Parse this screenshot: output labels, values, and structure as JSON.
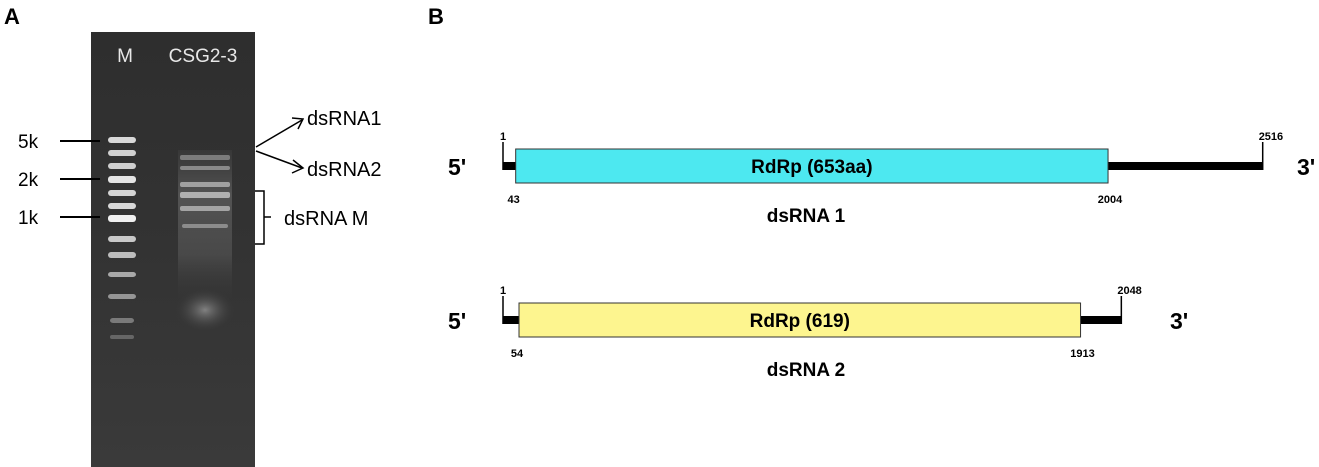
{
  "panels": {
    "a_label": "A",
    "b_label": "B"
  },
  "gel": {
    "lanes": [
      "M",
      "CSG2-3"
    ],
    "marker_labels": [
      "5k",
      "2k",
      "1k"
    ],
    "annotations": {
      "dsrna1": "dsRNA1",
      "dsrna2": "dsRNA2",
      "dsrna_m": "dsRNA M"
    }
  },
  "genome_maps": [
    {
      "name": "dsRNA 1",
      "five_prime": "5'",
      "three_prime": "3'",
      "total_length": 2516,
      "orf_start": 43,
      "orf_end": 2004,
      "orf_label": "RdRp (653aa)",
      "orf_color": "#4de8f0",
      "start_label": "1",
      "end_label": "2516",
      "orf_start_label": "43",
      "orf_end_label": "2004"
    },
    {
      "name": "dsRNA 2",
      "five_prime": "5'",
      "three_prime": "3'",
      "total_length": 2048,
      "orf_start": 54,
      "orf_end": 1913,
      "orf_label": "RdRp (619)",
      "orf_color": "#fdf58f",
      "start_label": "1",
      "end_label": "2048",
      "orf_start_label": "54",
      "orf_end_label": "1913"
    }
  ]
}
